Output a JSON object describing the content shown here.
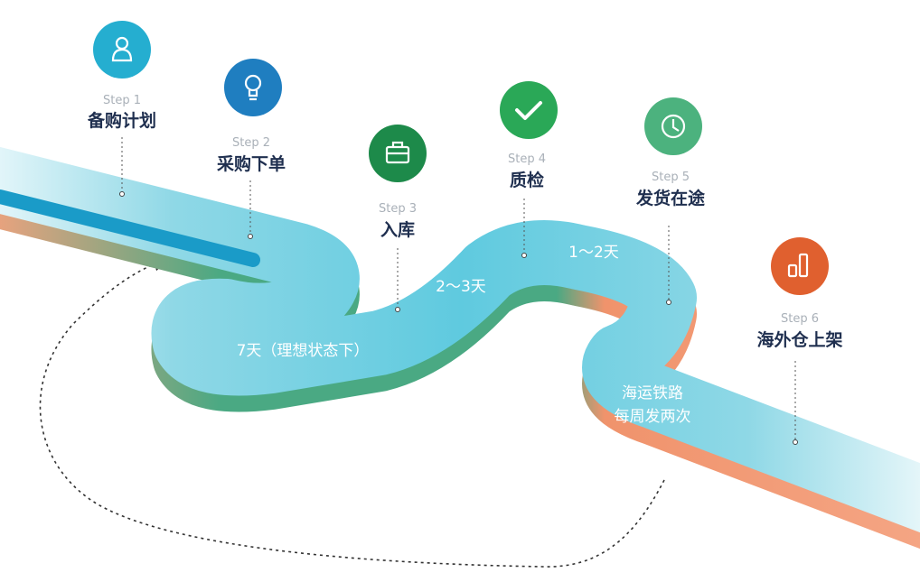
{
  "steps": [
    {
      "label": "Step 1",
      "title": "备购计划",
      "icon": "user-icon",
      "color": "#25aed0"
    },
    {
      "label": "Step 2",
      "title": "采购下单",
      "icon": "lightbulb-icon",
      "color": "#1f7ec0"
    },
    {
      "label": "Step 3",
      "title": "入库",
      "icon": "briefcase-icon",
      "color": "#1d8a4a"
    },
    {
      "label": "Step 4",
      "title": "质检",
      "icon": "checkmark-icon",
      "color": "#2aa857"
    },
    {
      "label": "Step 5",
      "title": "发货在途",
      "icon": "clock-icon",
      "color": "#4cb27e"
    },
    {
      "label": "Step 6",
      "title": "海外仓上架",
      "icon": "bar-chart-icon",
      "color": "#e0602f"
    }
  ],
  "road_labels": {
    "ideal": "7天（理想状态下）",
    "stock_in": "2～3天",
    "inspection": "1～2天",
    "shipping_line1": "海运铁路",
    "shipping_line2": "每周发两次"
  }
}
